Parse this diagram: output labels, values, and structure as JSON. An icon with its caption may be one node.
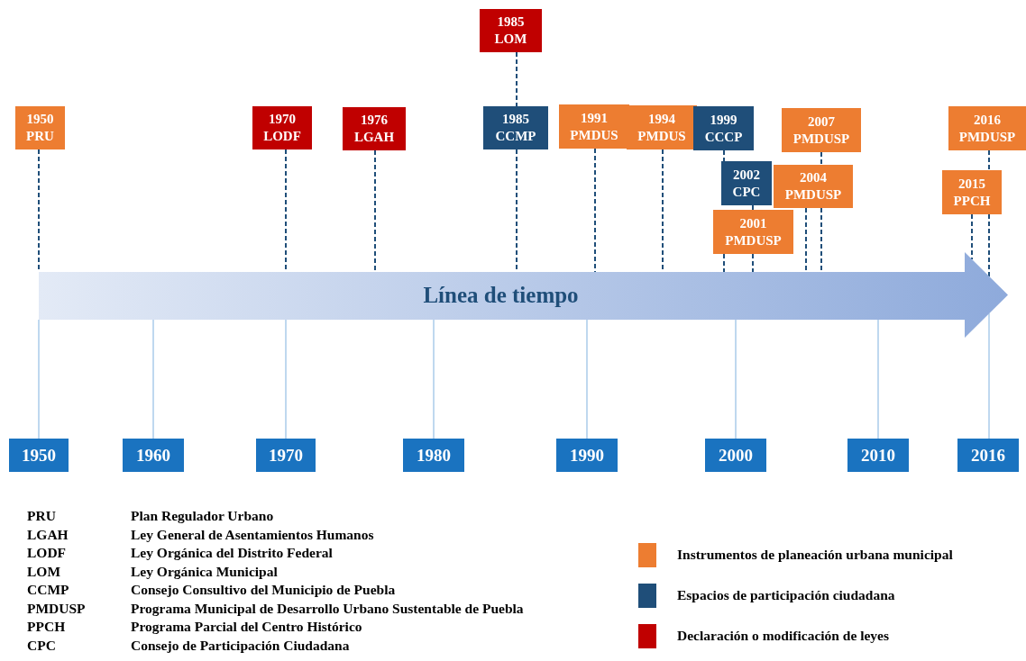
{
  "diagram": {
    "nodes": [
      {
        "text": [
          "1985 LOM"
        ]
      },
      {
        "text": [
          "1950 PRU"
        ]
      },
      {
        "text": [
          "1970 LODF"
        ]
      },
      {
        "text": [
          "1976 LGAH"
        ]
      },
      {
        "text": [
          "1985 CCMP"
        ]
      },
      {
        "text": [
          "1991 PMDUS"
        ]
      },
      {
        "text": [
          "1994 PMDUS"
        ]
      },
      {
        "text": [
          "1999 CCCP"
        ]
      },
      {
        "text": [
          "2007 PMDUSP"
        ]
      },
      {
        "text": [
          "2016 PMDUSP"
        ]
      },
      {
        "text": [
          "2002 CPC"
        ]
      },
      {
        "text": [
          "2004 PMDUSP"
        ]
      },
      {
        "text": [
          "2015 PPCH"
        ]
      },
      {
        "text": [
          "2001 PMDUSP"
        ]
      },
      {
        "text": [
          "Línea de tiempo"
        ]
      },
      {
        "text": [
          "1950"
        ]
      },
      {
        "text": [
          "1960"
        ]
      },
      {
        "text": [
          "1970"
        ]
      },
      {
        "text": [
          "1980"
        ]
      },
      {
        "text": [
          "1990"
        ]
      },
      {
        "text": [
          "2000"
        ]
      },
      {
        "text": [
          "2010"
        ]
      },
      {
        "text": [
          "2016"
        ]
      }
    ],
    "edges": [
      {
        "from": 0,
        "to": 4,
        "arrow": "none",
        "style": "dashed"
      },
      {
        "from": 1,
        "to": 14,
        "arrow": "none",
        "style": "dashed"
      },
      {
        "from": 2,
        "to": 14,
        "arrow": "none",
        "style": "dashed"
      },
      {
        "from": 3,
        "to": 14,
        "arrow": "none",
        "style": "dashed"
      },
      {
        "from": 4,
        "to": 14,
        "arrow": "none",
        "style": "dashed"
      },
      {
        "from": 5,
        "to": 14,
        "arrow": "none",
        "style": "dashed"
      },
      {
        "from": 6,
        "to": 14,
        "arrow": "none",
        "style": "dashed"
      },
      {
        "from": 7,
        "to": 10,
        "arrow": "none",
        "style": "dashed"
      },
      {
        "from": 8,
        "to": 11,
        "arrow": "none",
        "style": "dashed"
      },
      {
        "from": 9,
        "to": 12,
        "arrow": "none",
        "style": "dashed"
      },
      {
        "from": 10,
        "to": 13,
        "arrow": "none",
        "style": "dashed"
      },
      {
        "from": 13,
        "to": 14,
        "arrow": "none",
        "style": "dashed"
      },
      {
        "from": 13,
        "to": 14,
        "arrow": "none",
        "style": "dashed"
      },
      {
        "from": 11,
        "to": 14,
        "arrow": "none",
        "style": "dashed"
      },
      {
        "from": 11,
        "to": 14,
        "arrow": "none",
        "style": "dashed"
      },
      {
        "from": 12,
        "to": 14,
        "arrow": "none",
        "style": "dashed"
      },
      {
        "from": 12,
        "to": 14,
        "arrow": "none",
        "style": "dashed"
      },
      {
        "from": 14,
        "to": 15,
        "arrow": "none",
        "color": "#9dc3e6"
      },
      {
        "from": 14,
        "to": 16,
        "arrow": "none",
        "color": "#9dc3e6"
      },
      {
        "from": 14,
        "to": 17,
        "arrow": "none",
        "color": "#9dc3e6"
      },
      {
        "from": 14,
        "to": 18,
        "arrow": "none",
        "color": "#9dc3e6"
      },
      {
        "from": 14,
        "to": 19,
        "arrow": "none",
        "color": "#9dc3e6"
      },
      {
        "from": 14,
        "to": 20,
        "arrow": "none",
        "color": "#9dc3e6"
      },
      {
        "from": 14,
        "to": 21,
        "arrow": "none",
        "color": "#9dc3e6"
      },
      {
        "from": 14,
        "to": 22,
        "arrow": "none",
        "color": "#9dc3e6"
      }
    ],
    "labels": [
      "PRU",
      "Plan Regulador Urbano",
      "LGAH",
      "Ley General de Asentamientos Humanos",
      "LODF",
      "Ley Orgánica del Distrito Federal",
      "LOM",
      "Ley Orgánica Municipal",
      "CCMP",
      "Consejo Consultivo del Municipio de Puebla",
      "PMDUSP",
      "Programa Municipal de Desarrollo Urbano Sustentable de Puebla",
      "PPCH",
      "Programa Parcial del Centro Histórico",
      "CPC",
      "Consejo de Participación Ciudadana"
    ],
    "legend": [
      {
        "text": "Instrumentos de planeación urbana municipal",
        "color": "#ed7d31"
      },
      {
        "text": "Espacios de participación ciudadana",
        "color": "#1f4e79"
      },
      {
        "text": "Declaración o modificación de leyes",
        "color": "#c00000"
      }
    ]
  }
}
